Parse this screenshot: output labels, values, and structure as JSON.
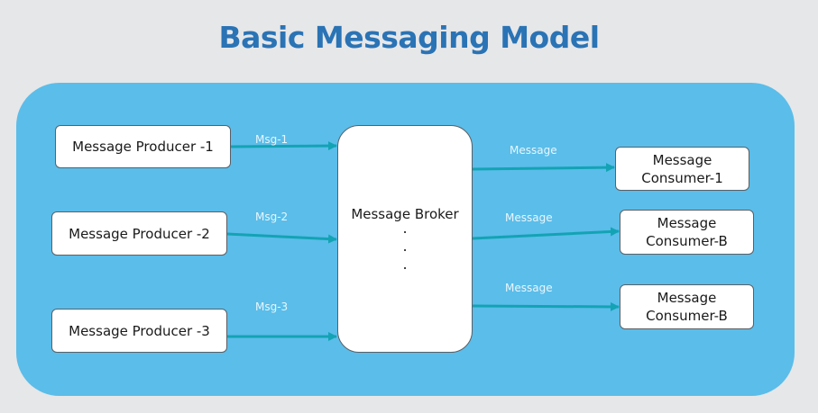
{
  "title": "Basic Messaging Model",
  "colors": {
    "background": "#e6e7e9",
    "title": "#2a73b5",
    "panel": "#5bbde9",
    "arrow": "#13a3b5",
    "box": "#ffffff"
  },
  "producers": [
    {
      "label": "Message Producer -1"
    },
    {
      "label": "Message Producer -2"
    },
    {
      "label": "Message Producer -3"
    }
  ],
  "broker": {
    "label": "Message Broker",
    "dots": [
      ".",
      ".",
      "."
    ]
  },
  "consumers": [
    {
      "line1": "Message",
      "line2": "Consumer-1"
    },
    {
      "line1": "Message",
      "line2": "Consumer-B"
    },
    {
      "line1": "Message",
      "line2": "Consumer-B"
    }
  ],
  "edges": {
    "inbound": [
      "Msg-1",
      "Msg-2",
      "Msg-3"
    ],
    "outbound": [
      "Message",
      "Message",
      "Message"
    ]
  }
}
